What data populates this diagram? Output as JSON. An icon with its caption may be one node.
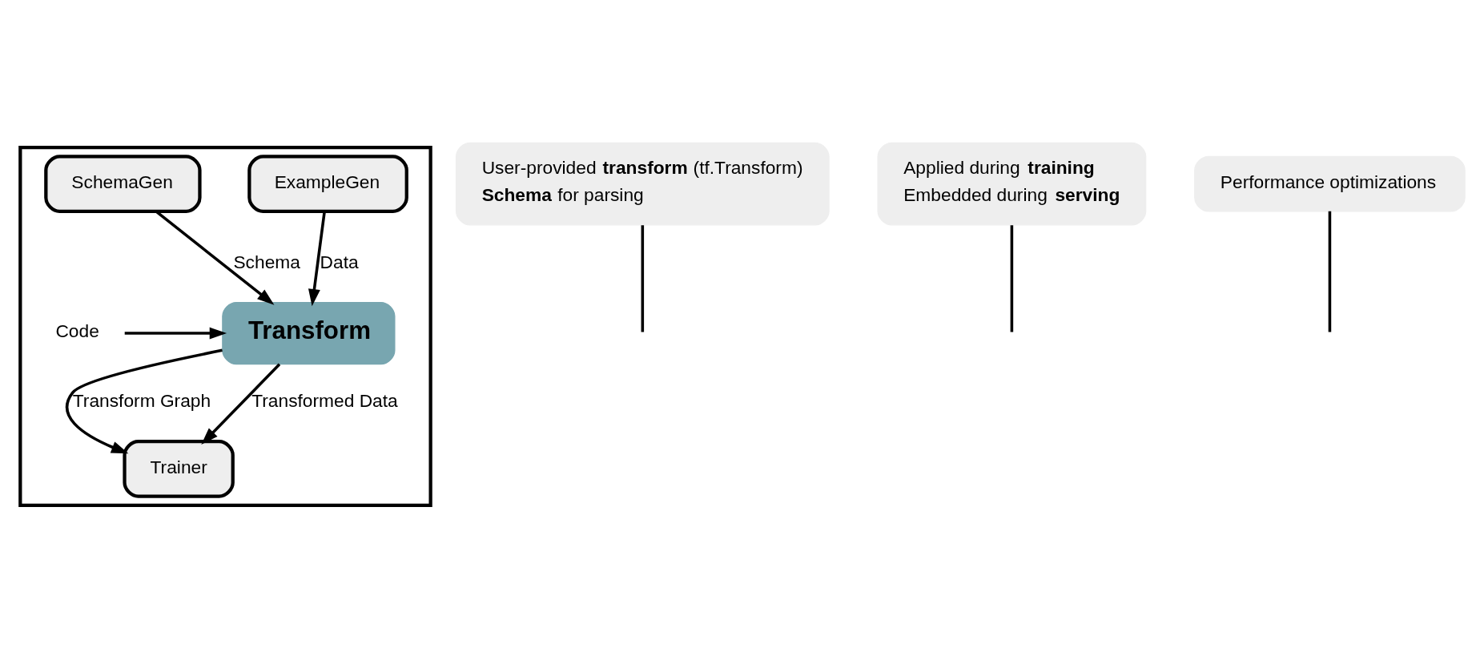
{
  "diagram": {
    "nodes": [
      {
        "text": [],
        "shape": "box"
      },
      {
        "text": [
          "ExampleGen"
        ],
        "in": 0
      },
      {
        "text": [
          "SchemaGen"
        ],
        "in": 0
      },
      {
        "text": [
          "Transform"
        ],
        "in": 0
      },
      {
        "text": [
          "Trainer"
        ],
        "in": 0
      },
      {
        "text": [
          "Code"
        ],
        "in": 0
      },
      {
        "text": [
          "User-provided **transform** (tf.Transform)",
          "**Schema** for parsing"
        ]
      },
      {
        "text": [
          "Applied during **training**",
          "Embedded during **serving**"
        ]
      },
      {
        "text": [
          "Performance optimizations"
        ]
      }
    ],
    "edges": [
      {
        "from": 1,
        "to": 3,
        "arrow": "to",
        "label": "Data"
      },
      {
        "from": 2,
        "to": 3,
        "arrow": "to",
        "label": "Schema"
      },
      {
        "from": 5,
        "to": 3,
        "arrow": "to"
      },
      {
        "from": 3,
        "to": 4,
        "arrow": "to",
        "label": "Transform Graph"
      },
      {
        "from": 3,
        "to": 4,
        "arrow": "to",
        "label": "Transformed Data"
      },
      {
        "from": 6,
        "to": null,
        "arrow": "none"
      },
      {
        "from": 7,
        "to": null,
        "arrow": "none"
      },
      {
        "from": 8,
        "to": null,
        "arrow": "none"
      }
    ]
  }
}
